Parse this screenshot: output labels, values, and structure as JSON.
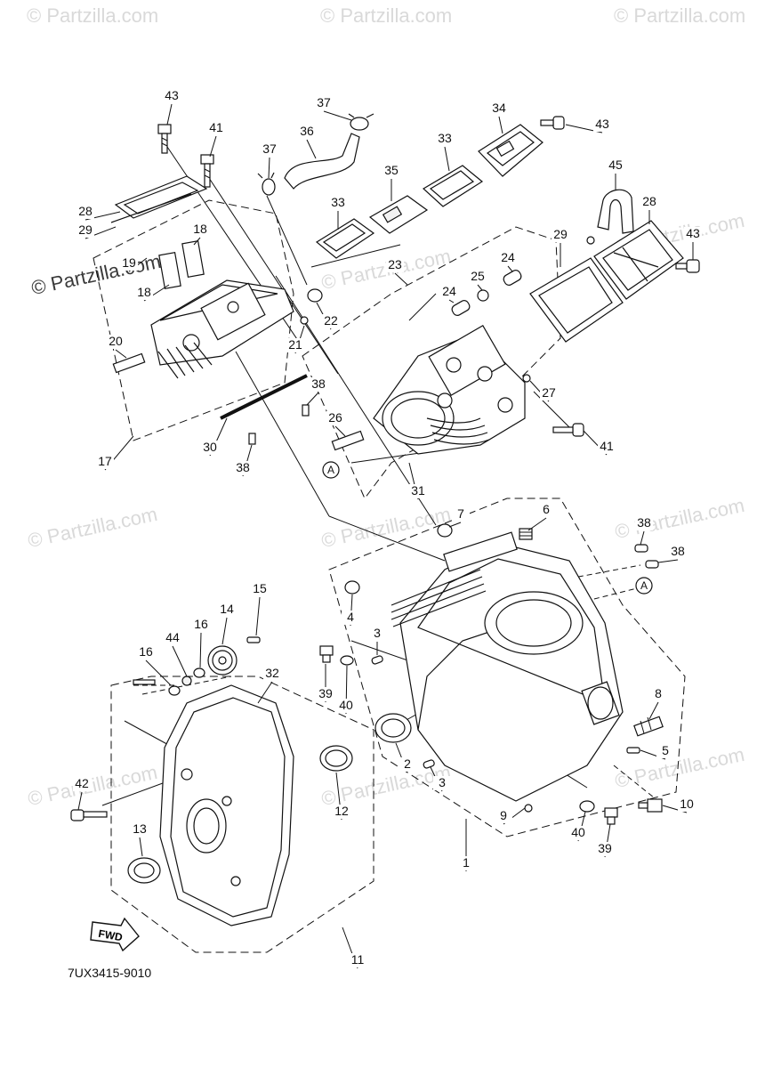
{
  "diagram": {
    "reference_code": "7UX3415-9010",
    "fwd_label": "FWD",
    "circle_marker": "A",
    "watermark": "© Partzilla.com",
    "callouts": [
      {
        "id": "c43a",
        "text": "43"
      },
      {
        "id": "c41a",
        "text": "41"
      },
      {
        "id": "c37a",
        "text": "37"
      },
      {
        "id": "c36",
        "text": "36"
      },
      {
        "id": "c37b",
        "text": "37"
      },
      {
        "id": "c34",
        "text": "34"
      },
      {
        "id": "c43b",
        "text": "43"
      },
      {
        "id": "c33a",
        "text": "33"
      },
      {
        "id": "c35",
        "text": "35"
      },
      {
        "id": "c33b",
        "text": "33"
      },
      {
        "id": "c45",
        "text": "45"
      },
      {
        "id": "c28a",
        "text": "28"
      },
      {
        "id": "c29a",
        "text": "29"
      },
      {
        "id": "c19",
        "text": "19"
      },
      {
        "id": "c18a",
        "text": "18"
      },
      {
        "id": "c18b",
        "text": "18"
      },
      {
        "id": "c23",
        "text": "23"
      },
      {
        "id": "c25",
        "text": "25"
      },
      {
        "id": "c24a",
        "text": "24"
      },
      {
        "id": "c24b",
        "text": "24"
      },
      {
        "id": "c29b",
        "text": "29"
      },
      {
        "id": "c28b",
        "text": "28"
      },
      {
        "id": "c43c",
        "text": "43"
      },
      {
        "id": "c22",
        "text": "22"
      },
      {
        "id": "c21",
        "text": "21"
      },
      {
        "id": "c20",
        "text": "20"
      },
      {
        "id": "c38a",
        "text": "38"
      },
      {
        "id": "c27",
        "text": "27"
      },
      {
        "id": "c26",
        "text": "26"
      },
      {
        "id": "c41b",
        "text": "41"
      },
      {
        "id": "c30",
        "text": "30"
      },
      {
        "id": "c17",
        "text": "17"
      },
      {
        "id": "c38b",
        "text": "38"
      },
      {
        "id": "c31",
        "text": "31"
      },
      {
        "id": "c7",
        "text": "7"
      },
      {
        "id": "c6",
        "text": "6"
      },
      {
        "id": "c38c",
        "text": "38"
      },
      {
        "id": "c38d",
        "text": "38"
      },
      {
        "id": "c15",
        "text": "15"
      },
      {
        "id": "c14",
        "text": "14"
      },
      {
        "id": "c4",
        "text": "4"
      },
      {
        "id": "c16a",
        "text": "16"
      },
      {
        "id": "c44",
        "text": "44"
      },
      {
        "id": "c16b",
        "text": "16"
      },
      {
        "id": "c32",
        "text": "32"
      },
      {
        "id": "c3a",
        "text": "3"
      },
      {
        "id": "c39a",
        "text": "39"
      },
      {
        "id": "c40a",
        "text": "40"
      },
      {
        "id": "c8",
        "text": "8"
      },
      {
        "id": "c5",
        "text": "5"
      },
      {
        "id": "c2",
        "text": "2"
      },
      {
        "id": "c3b",
        "text": "3"
      },
      {
        "id": "c42",
        "text": "42"
      },
      {
        "id": "c12",
        "text": "12"
      },
      {
        "id": "c13",
        "text": "13"
      },
      {
        "id": "c9",
        "text": "9"
      },
      {
        "id": "c40b",
        "text": "40"
      },
      {
        "id": "c10",
        "text": "10"
      },
      {
        "id": "c39b",
        "text": "39"
      },
      {
        "id": "c1",
        "text": "1"
      },
      {
        "id": "c11",
        "text": "11"
      }
    ]
  }
}
